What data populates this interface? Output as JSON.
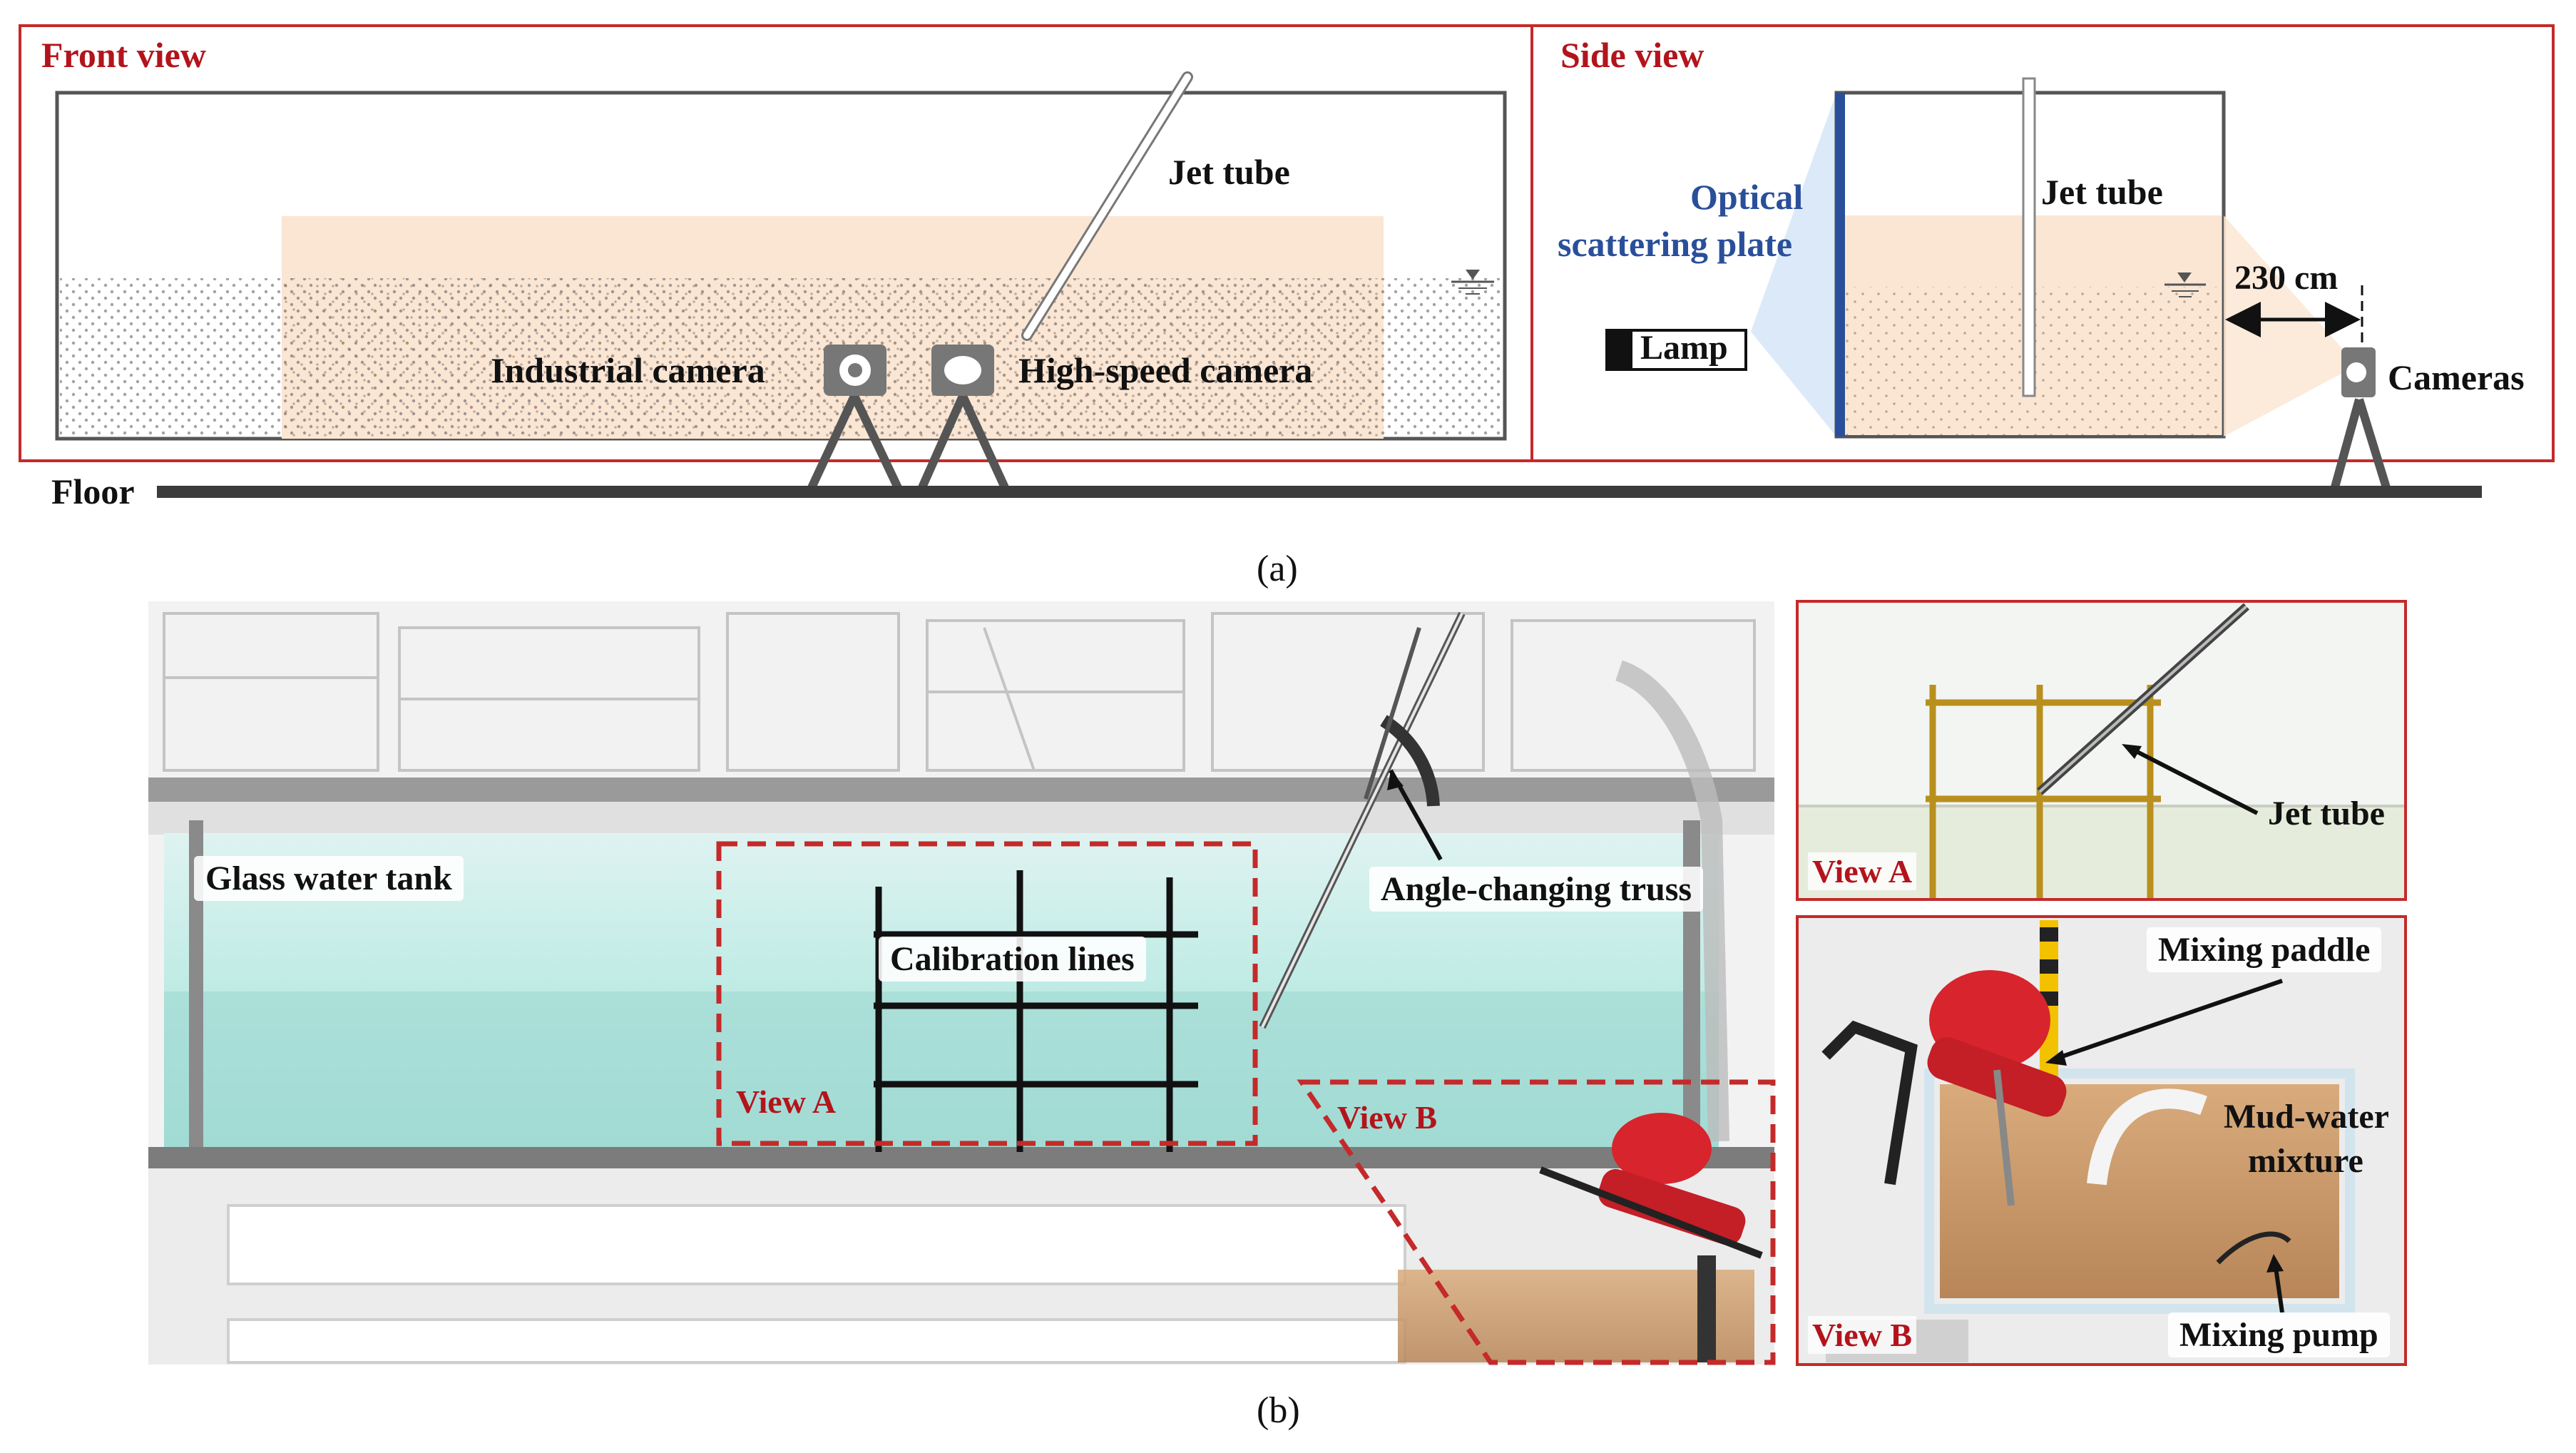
{
  "panel_a": {
    "front_view": {
      "title": "Front view",
      "jet_tube": "Jet tube",
      "industrial_camera": "Industrial camera",
      "high_speed_camera": "High-speed camera"
    },
    "side_view": {
      "title": "Side view",
      "optical_plate_line1": "Optical",
      "optical_plate_line2": "scattering plate",
      "jet_tube": "Jet tube",
      "distance": "230 cm",
      "lamp": "Lamp",
      "cameras": "Cameras"
    },
    "floor": "Floor",
    "caption": "(a)"
  },
  "panel_b": {
    "main_photo": {
      "glass_water_tank": "Glass water tank",
      "calibration_lines": "Calibration lines",
      "angle_changing_truss": "Angle-changing truss",
      "view_a": "View A",
      "view_b": "View B"
    },
    "view_a_inset": {
      "tag": "View A",
      "jet_tube": "Jet tube"
    },
    "view_b_inset": {
      "tag": "View B",
      "mixing_paddle": "Mixing paddle",
      "mud_water_line1": "Mud-water",
      "mud_water_line2": "mixture",
      "mixing_pump": "Mixing pump"
    },
    "caption": "(b)"
  },
  "colors": {
    "frame_red": "#c42a2a",
    "label_red": "#b3141c",
    "plate_blue": "#2a4f9a",
    "sediment_beige": "#fbe6d4",
    "water_cyan": "#b6e8e2",
    "mud_brown": "#c9986a",
    "floor_gray": "#3c3c3c"
  }
}
